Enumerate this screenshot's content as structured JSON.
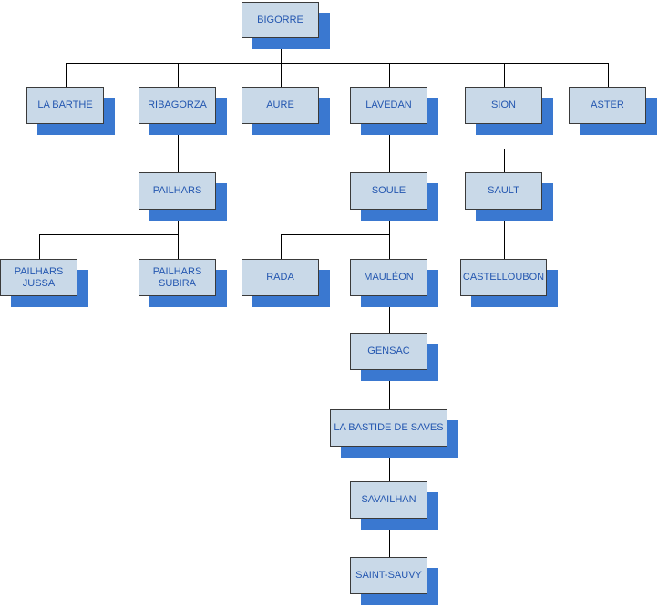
{
  "diagram": {
    "type": "org-chart",
    "root": "bigorre",
    "nodes": [
      {
        "id": "bigorre",
        "label": "BIGORRE"
      },
      {
        "id": "la-barthe",
        "label": "LA BARTHE"
      },
      {
        "id": "ribagorza",
        "label": "RIBAGORZA"
      },
      {
        "id": "aure",
        "label": "AURE"
      },
      {
        "id": "lavedan",
        "label": "LAVEDAN"
      },
      {
        "id": "sion",
        "label": "SION"
      },
      {
        "id": "aster",
        "label": "ASTER"
      },
      {
        "id": "pailhars",
        "label": "PAILHARS"
      },
      {
        "id": "soule",
        "label": "SOULE"
      },
      {
        "id": "sault",
        "label": "SAULT"
      },
      {
        "id": "pailhars-jussa",
        "label": "PAILHARS\nJUSSA"
      },
      {
        "id": "pailhars-subira",
        "label": "PAILHARS\nSUBIRA"
      },
      {
        "id": "rada",
        "label": "RADA"
      },
      {
        "id": "mauleon",
        "label": "MAULÉON"
      },
      {
        "id": "castelloubon",
        "label": "CASTELLOUBON"
      },
      {
        "id": "gensac",
        "label": "GENSAC"
      },
      {
        "id": "la-bastide-de-saves",
        "label": "LA BASTIDE DE SAVES"
      },
      {
        "id": "savailhan",
        "label": "SAVAILHAN"
      },
      {
        "id": "saint-sauvy",
        "label": "SAINT-SAUVY"
      }
    ],
    "edges": [
      [
        "bigorre",
        "la-barthe"
      ],
      [
        "bigorre",
        "ribagorza"
      ],
      [
        "bigorre",
        "aure"
      ],
      [
        "bigorre",
        "lavedan"
      ],
      [
        "bigorre",
        "sion"
      ],
      [
        "bigorre",
        "aster"
      ],
      [
        "ribagorza",
        "pailhars"
      ],
      [
        "pailhars",
        "pailhars-jussa"
      ],
      [
        "pailhars",
        "pailhars-subira"
      ],
      [
        "lavedan",
        "soule"
      ],
      [
        "lavedan",
        "sault"
      ],
      [
        "soule",
        "rada"
      ],
      [
        "soule",
        "mauleon"
      ],
      [
        "sault",
        "castelloubon"
      ],
      [
        "mauleon",
        "gensac"
      ],
      [
        "gensac",
        "la-bastide-de-saves"
      ],
      [
        "la-bastide-de-saves",
        "savailhan"
      ],
      [
        "savailhan",
        "saint-sauvy"
      ]
    ],
    "colors": {
      "box_fill": "#c9d9e8",
      "box_border": "#3a3a3a",
      "shadow": "#3a78d0",
      "text": "#2457b0",
      "connector": "#000000"
    }
  }
}
